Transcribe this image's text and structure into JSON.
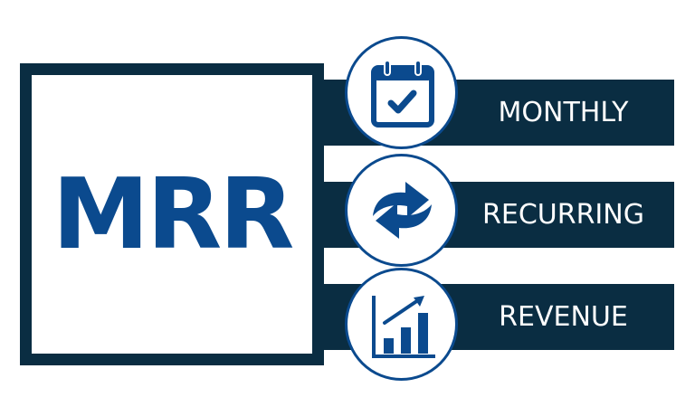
{
  "acronym": "MRR",
  "colors": {
    "navy": "#0a2d42",
    "blue": "#0b4a8e",
    "white": "#ffffff"
  },
  "items": [
    {
      "label": "MONTHLY",
      "icon": "calendar-check-icon"
    },
    {
      "label": "RECURRING",
      "icon": "refresh-arrows-icon"
    },
    {
      "label": "REVENUE",
      "icon": "bar-chart-growth-icon"
    }
  ]
}
